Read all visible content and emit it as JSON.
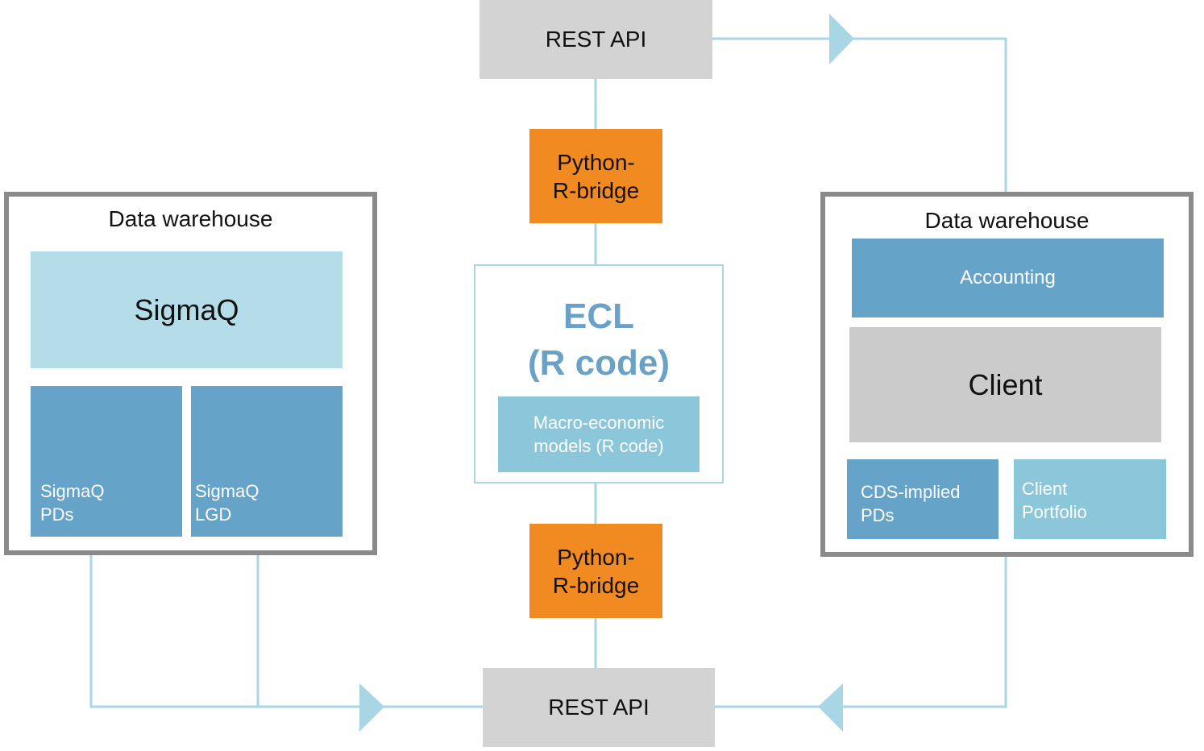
{
  "rest_api_top": {
    "label": "REST API"
  },
  "rest_api_bottom": {
    "label": "REST API"
  },
  "bridge_top": {
    "line1": "Python-",
    "line2": "R-bridge"
  },
  "bridge_bottom": {
    "line1": "Python-",
    "line2": "R-bridge"
  },
  "ecl": {
    "title_line1": "ECL",
    "title_line2": "(R code)",
    "macro_line1": "Macro-economic",
    "macro_line2": "models (R code)"
  },
  "left_warehouse": {
    "title": "Data warehouse",
    "sigmaq": "SigmaQ",
    "pds": {
      "line1": "SigmaQ",
      "line2": "PDs"
    },
    "lgd": {
      "line1": "SigmaQ",
      "line2": "LGD"
    }
  },
  "right_warehouse": {
    "title": "Data warehouse",
    "accounting": "Accounting",
    "client": "Client",
    "cds": {
      "line1": "CDS-implied",
      "line2": "PDs"
    },
    "portfolio": {
      "line1": "Client",
      "line2": "Portfolio"
    }
  },
  "colors": {
    "connector": "#a9d6e5",
    "arrow": "#a9d6e5",
    "api_box": "#d3d3d3",
    "bridge_box": "#f28a22",
    "warehouse_border": "#8a8a8a",
    "sigmaq_box": "#b4dce9",
    "dark_blue_box": "#66a3c9",
    "pale_blue_box": "#8cc6da",
    "client_box": "#cbcbcb",
    "ecl_title": "#6aa1c6"
  },
  "icons": {
    "arrow_top": "arrow-right-icon",
    "arrow_bottom_left": "arrow-right-icon",
    "arrow_bottom_right": "arrow-left-icon"
  }
}
